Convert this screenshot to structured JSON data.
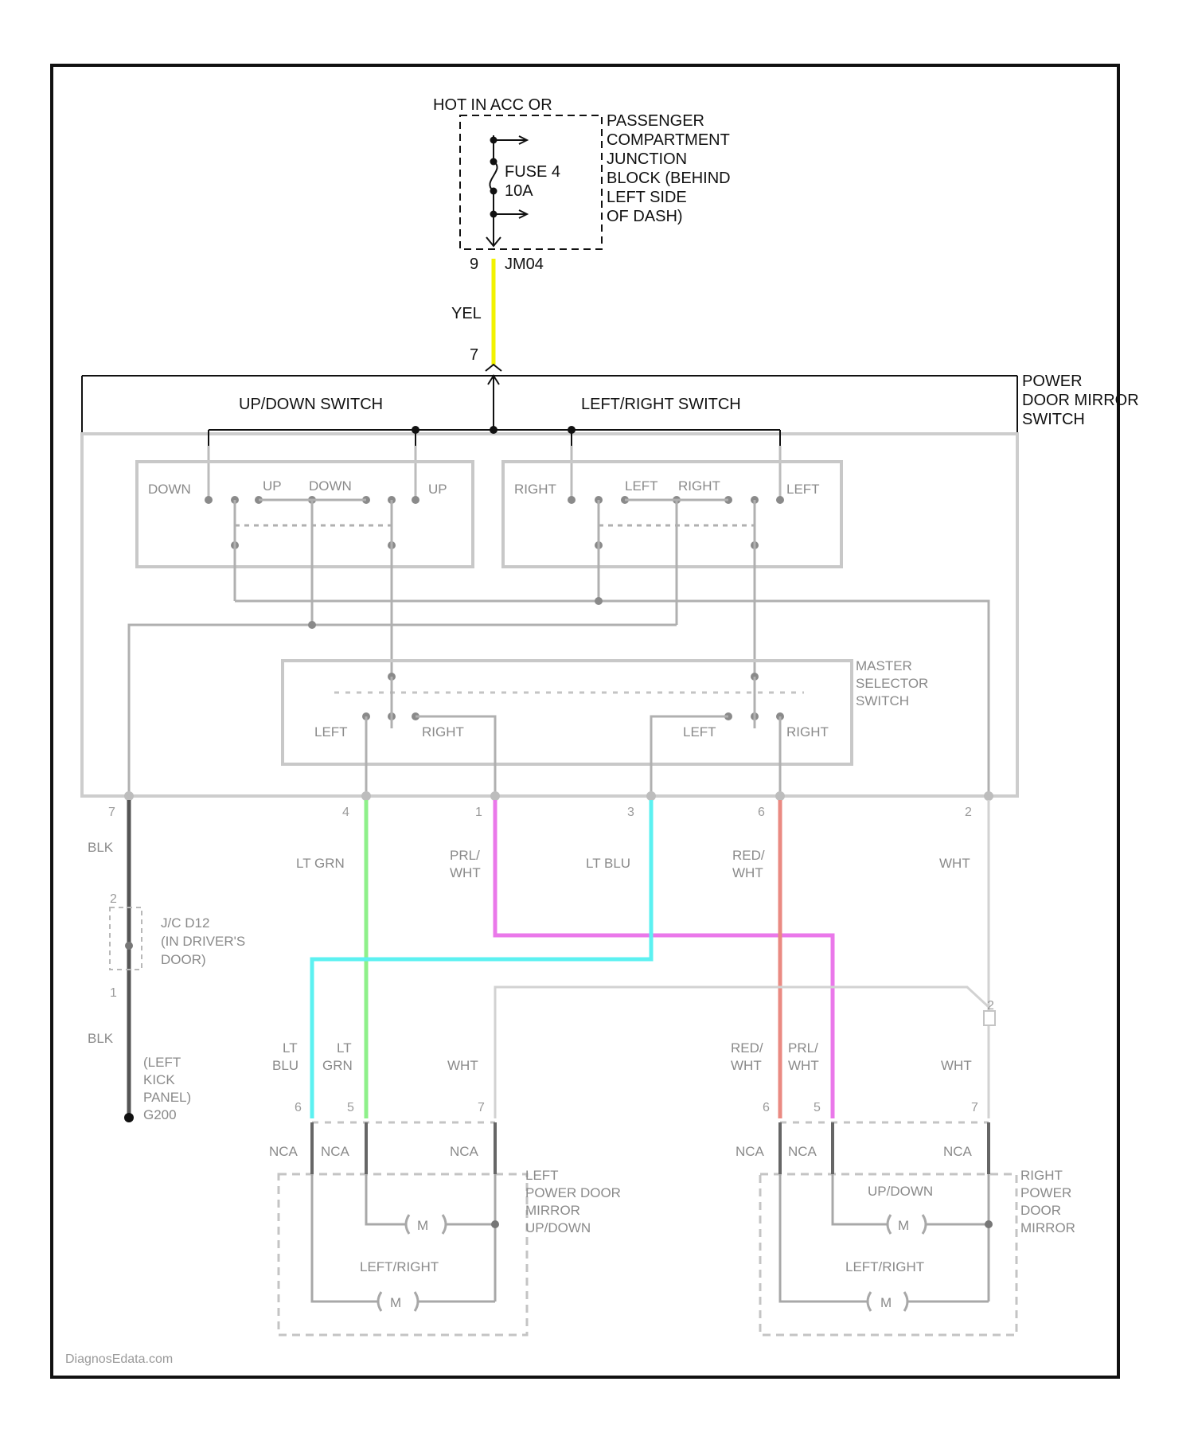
{
  "junction_block": {
    "header": "HOT IN ACC OR",
    "name_lines": [
      "PASSENGER",
      "COMPARTMENT",
      "JUNCTION",
      "BLOCK (BEHIND",
      "LEFT SIDE",
      "OF DASH)"
    ],
    "fuse_name": "FUSE 4",
    "fuse_rating": "10A"
  },
  "connector_top": {
    "pin": "9",
    "name": "JM04"
  },
  "supply_wire": {
    "color_label": "YEL",
    "color": "#f2f200",
    "pin": "7"
  },
  "switch_assembly": {
    "name_lines": [
      "POWER",
      "DOOR MIRROR",
      "SWITCH"
    ],
    "updown_label": "UP/DOWN SWITCH",
    "leftright_label": "LEFT/RIGHT SWITCH",
    "updown_contacts": {
      "down": "DOWN",
      "up": "UP",
      "center_up": "UP",
      "center_down": "DOWN"
    },
    "leftright_contacts": {
      "right": "RIGHT",
      "left": "LEFT",
      "center_left": "LEFT",
      "center_right": "RIGHT"
    },
    "selector_lines": [
      "MASTER",
      "SELECTOR",
      "SWITCH"
    ],
    "selector_left": "LEFT",
    "selector_right": "RIGHT"
  },
  "bottom_pins": [
    "7",
    "4",
    "1",
    "3",
    "6",
    "2"
  ],
  "wire_labels": {
    "blk1": "BLK",
    "lt_grn": "LT GRN",
    "prl_wht_a": "PRL/",
    "prl_wht_b": "WHT",
    "lt_blu": "LT BLU",
    "red_wht_a": "RED/",
    "red_wht_b": "WHT",
    "wht": "WHT",
    "blk2": "BLK"
  },
  "ground_splice": {
    "pin_top": "2",
    "pin_bottom": "1",
    "lines": [
      "J/C D12",
      "(IN DRIVER'S",
      "DOOR)"
    ]
  },
  "ground": {
    "lines": [
      "(LEFT",
      "KICK",
      "PANEL)",
      "G200"
    ]
  },
  "left_mirror": {
    "wire_labels": [
      "LT",
      "BLU",
      "LT",
      "GRN",
      "WHT"
    ],
    "pins": [
      "6",
      "5",
      "7"
    ],
    "conn": [
      "NCA",
      "NCA",
      "NCA"
    ],
    "name_lines": [
      "LEFT",
      "POWER DOOR",
      "MIRROR",
      "UP/DOWN"
    ],
    "motor1": "M",
    "motor2_label": "LEFT/RIGHT",
    "motor2": "M"
  },
  "right_mirror": {
    "wire_labels": [
      "RED/",
      "WHT",
      "PRL/",
      "WHT",
      "WHT"
    ],
    "pins": [
      "6",
      "5",
      "7"
    ],
    "conn": [
      "NCA",
      "NCA",
      "NCA"
    ],
    "name_lines": [
      "RIGHT",
      "POWER",
      "DOOR",
      "MIRROR"
    ],
    "motor1_label": "UP/DOWN",
    "motor1": "M",
    "motor2_label": "LEFT/RIGHT",
    "motor2": "M"
  },
  "splice_label": "2",
  "watermark": "DiagnosEdata.com",
  "colors": {
    "yel": "#f2f200",
    "lt_grn": "#8ef08a",
    "lt_blu": "#5cf1f1",
    "prl_wht": "#ea78ea",
    "red_wht": "#ea8a82",
    "wht": "#d2d2d2",
    "blk": "#555555"
  }
}
